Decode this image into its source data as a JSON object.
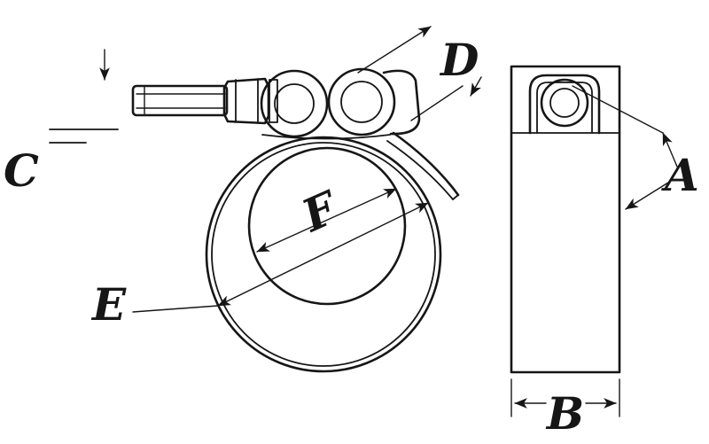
{
  "colors": {
    "line": "#161616",
    "background": "#ffffff"
  },
  "diagram": {
    "labels": {
      "A": "A",
      "B": "B",
      "C": "C",
      "D": "D",
      "E": "E",
      "F": "F"
    }
  }
}
